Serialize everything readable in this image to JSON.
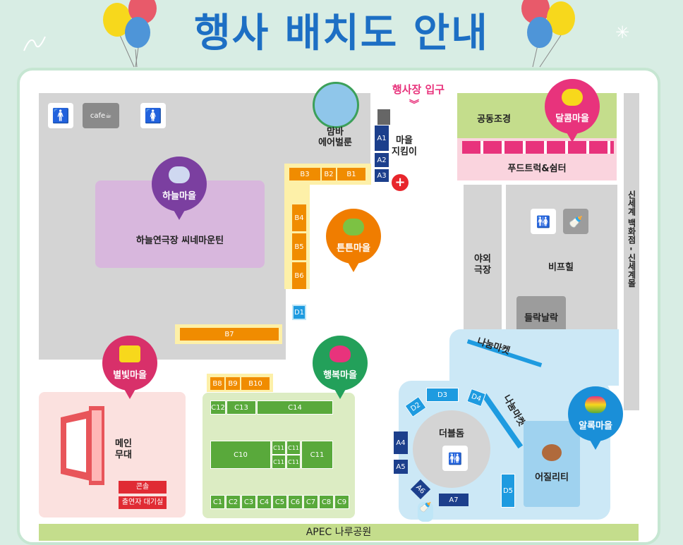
{
  "title": "행사 배치도 안내",
  "entrance": "행사장 입구",
  "villages": {
    "sky": "하늘마을",
    "strong": "튼튼마을",
    "star": "별빛마을",
    "happy": "행복마을",
    "sweet": "달콤마을",
    "rainbow": "알록마을"
  },
  "zones": {
    "theater": "하늘연극장 씨네마운틴",
    "outdoor_stage": "야외\n극장",
    "bifrost": "비프힐",
    "dullaknallak": "들락날락",
    "common_landscape": "공동조경",
    "foodtruck": "푸드트럭&쉼터",
    "shinsegae": "신세계 백화점 - 신세계몰",
    "main_stage": "메인\n무대",
    "console": "콘솔",
    "performer_waiting": "출연자 대기실",
    "double_dome": "더블돔",
    "puppy": "어질리티",
    "apec": "APEC 나루공원",
    "mamba": "맘바\n에어벌룬",
    "guardian": "마을\n지킴이",
    "nanum1": "나눔마켓",
    "nanum2": "나눔마켓",
    "cafe": "cafe"
  },
  "booths": {
    "A1": "A1",
    "A2": "A2",
    "A3": "A3",
    "A4": "A4",
    "A5": "A5",
    "A6": "A6",
    "A7": "A7",
    "B1": "B1",
    "B2": "B2",
    "B3": "B3",
    "B4": "B4",
    "B5": "B5",
    "B6": "B6",
    "B7": "B7",
    "B8": "B8",
    "B9": "B9",
    "B10": "B10",
    "C1": "C1",
    "C2": "C2",
    "C3": "C3",
    "C4": "C4",
    "C5": "C5",
    "C6": "C6",
    "C7": "C7",
    "C8": "C8",
    "C9": "C9",
    "C10": "C10",
    "C11": "C11",
    "C12": "C12",
    "C13": "C13",
    "C14": "C14",
    "D1": "D1",
    "D2": "D2",
    "D3": "D3",
    "D4": "D4",
    "D5": "D5"
  },
  "colors": {
    "title": "#1d6fc4",
    "sky": "#7b3fa0",
    "strong": "#f07d00",
    "star": "#d8306a",
    "happy": "#23a05a",
    "sweet": "#e8337c",
    "rainbow": "#1a8fd8"
  }
}
